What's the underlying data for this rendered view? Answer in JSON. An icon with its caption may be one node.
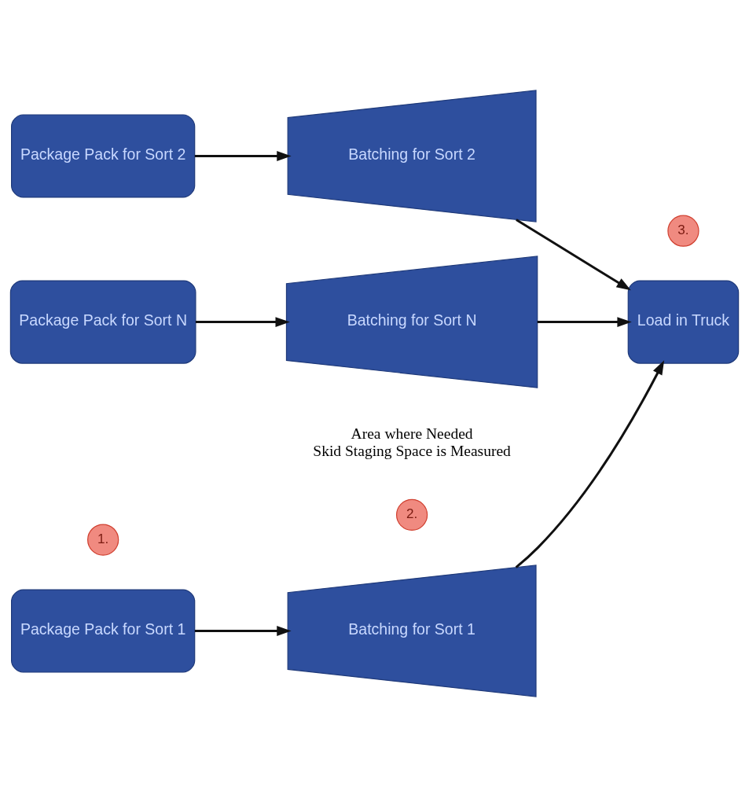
{
  "diagram": {
    "nodes": [
      {
        "text": [
          "Package Pack for Sort 1"
        ]
      },
      {
        "text": [
          "Package Pack for Sort 2"
        ]
      },
      {
        "text": [
          "Package Pack for Sort N"
        ]
      },
      {
        "text": [
          "Batching for Sort 1"
        ]
      },
      {
        "text": [
          "Batching for Sort 2"
        ]
      },
      {
        "text": [
          "Batching for Sort N"
        ]
      },
      {
        "text": [
          "Load in Truck"
        ]
      }
    ],
    "edges": [
      {
        "from": 0,
        "to": 3,
        "arrow": "to"
      },
      {
        "from": 1,
        "to": 4,
        "arrow": "to"
      },
      {
        "from": 2,
        "to": 5,
        "arrow": "to"
      },
      {
        "from": 3,
        "to": 6,
        "arrow": "to"
      },
      {
        "from": 4,
        "to": 6,
        "arrow": "to"
      },
      {
        "from": 5,
        "to": 6,
        "arrow": "to"
      }
    ],
    "labels": [
      "1.",
      "2.",
      "3.",
      "Area where Needed Skid Staging Space is Measured"
    ]
  }
}
